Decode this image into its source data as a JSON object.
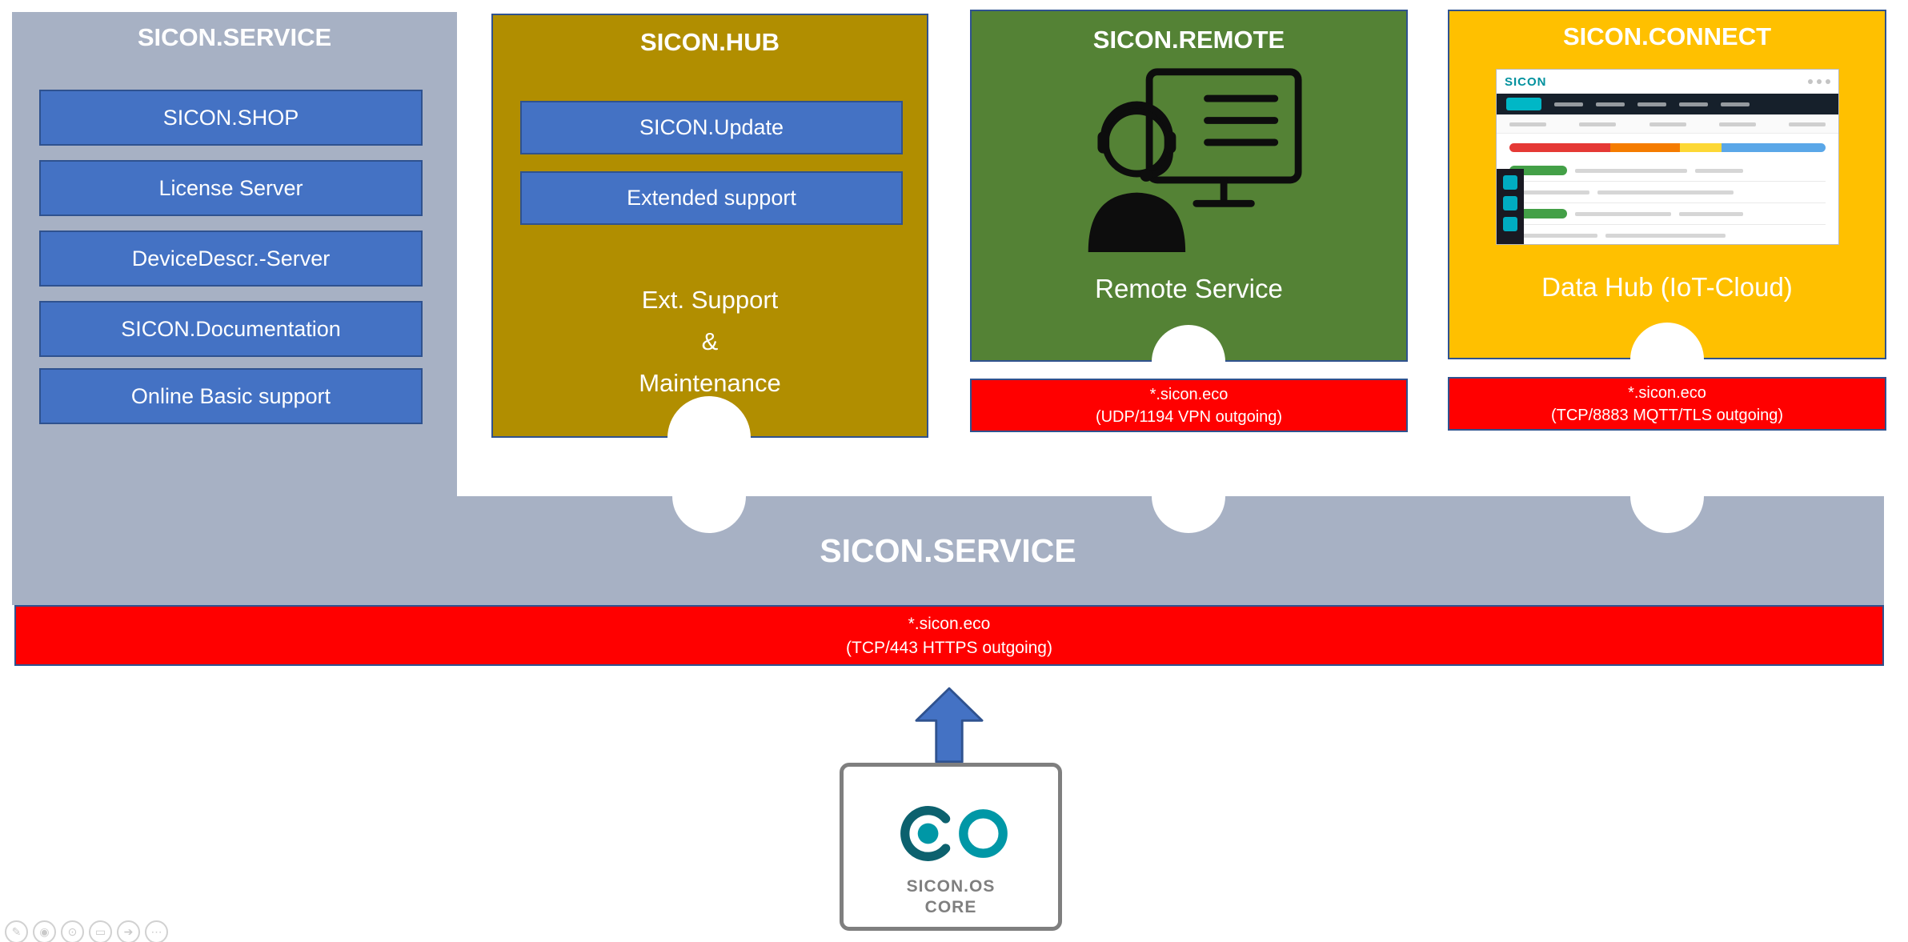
{
  "palette": {
    "gray_blue": "#a7b1c4",
    "accent_blue": "#4472c4",
    "accent_blue_dark": "#2f528f",
    "gold": "#b18e00",
    "green": "#548235",
    "amber": "#ffc000",
    "red": "#ff0000",
    "teal": "#00919e"
  },
  "service_panel": {
    "title": "SICON.SERVICE",
    "items": [
      "SICON.SHOP",
      "License Server",
      "DeviceDescr.-Server",
      "SICON.Documentation",
      "Online Basic support"
    ]
  },
  "hub_panel": {
    "title": "SICON.HUB",
    "buttons": [
      "SICON.Update",
      "Extended support"
    ],
    "body_lines": [
      "Ext. Support",
      "&",
      "Maintenance"
    ]
  },
  "remote_panel": {
    "title": "SICON.REMOTE",
    "caption": "Remote Service",
    "endpoint_host": "*.sicon.eco",
    "endpoint_detail": "(UDP/1194 VPN outgoing)"
  },
  "connect_panel": {
    "title": "SICON.CONNECT",
    "caption": "Data Hub (IoT-Cloud)",
    "screenshot_brand": "SICON",
    "endpoint_host": "*.sicon.eco",
    "endpoint_detail": "(TCP/8883 MQTT/TLS outgoing)"
  },
  "service_band": {
    "title": "SICON.SERVICE",
    "endpoint_host": "*.sicon.eco",
    "endpoint_detail": "(TCP/443 HTTPS outgoing)"
  },
  "core_box": {
    "product": "SICON.OS",
    "edition": "CORE"
  },
  "toolbar": {
    "icons": [
      "✎",
      "◉",
      "⊙",
      "▭",
      "➔",
      "⋯"
    ]
  }
}
